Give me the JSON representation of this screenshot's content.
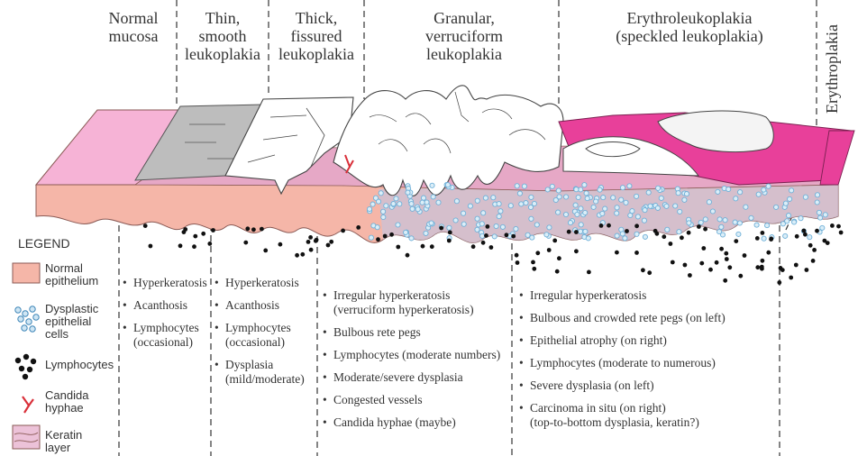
{
  "headers": [
    {
      "lines": [
        "Normal",
        "mucosa"
      ]
    },
    {
      "lines": [
        "Thin,",
        "smooth",
        "leukoplakia"
      ]
    },
    {
      "lines": [
        "Thick,",
        "fissured",
        "leukoplakia"
      ]
    },
    {
      "lines": [
        "Granular,",
        "verruciform",
        "leukoplakia"
      ]
    },
    {
      "lines": [
        "Erythroleukoplakia",
        "(speckled leukoplakia)"
      ]
    }
  ],
  "vertical_header": "Erythroplakia",
  "legend": {
    "title": "LEGEND",
    "items": [
      {
        "lines": [
          "Normal",
          "epithelium"
        ]
      },
      {
        "lines": [
          "Dysplastic",
          "epithelial",
          "cells"
        ]
      },
      {
        "lines": [
          "Lymphocytes"
        ]
      },
      {
        "lines": [
          "Candida",
          "hyphae"
        ]
      },
      {
        "lines": [
          "Keratin",
          "layer"
        ]
      }
    ]
  },
  "columns": [
    {
      "items": [
        {
          "lines": [
            "Hyperkeratosis"
          ]
        },
        {
          "lines": [
            "Acanthosis"
          ]
        },
        {
          "lines": [
            "Lymphocytes",
            "(occasional)"
          ]
        }
      ]
    },
    {
      "items": [
        {
          "lines": [
            "Hyperkeratosis"
          ]
        },
        {
          "lines": [
            "Acanthosis"
          ]
        },
        {
          "lines": [
            "Lymphocytes",
            "(occasional)"
          ]
        },
        {
          "lines": [
            "Dysplasia",
            "(mild/moderate)"
          ]
        }
      ]
    },
    {
      "items": [
        {
          "lines": [
            "Irregular hyperkeratosis",
            "(verruciform hyperkeratosis)"
          ]
        },
        {
          "lines": [
            "Bulbous rete pegs"
          ]
        },
        {
          "lines": [
            "Lymphocytes (moderate numbers)"
          ]
        },
        {
          "lines": [
            "Moderate/severe dysplasia"
          ]
        },
        {
          "lines": [
            "Congested vessels"
          ]
        },
        {
          "lines": [
            "Candida hyphae (maybe)"
          ]
        }
      ]
    },
    {
      "items": [
        {
          "lines": [
            "Irregular hyperkeratosis"
          ]
        },
        {
          "lines": [
            "Bulbous and crowded rete pegs (on left)"
          ]
        },
        {
          "lines": [
            "Epithelial atrophy (on right)"
          ]
        },
        {
          "lines": [
            "Lymphocytes (moderate to numerous)"
          ]
        },
        {
          "lines": [
            "Severe dysplasia (on left)"
          ]
        },
        {
          "lines": [
            "Carcinoma in situ (on right)",
            "(top-to-bottom dysplasia, keratin?)"
          ]
        }
      ]
    }
  ],
  "colors": {
    "normal_epithelium": "#f5b6a8",
    "normal_surface": "#f6b3d6",
    "thin_leukoplakia": "#bdbdbd",
    "keratin_layer": "#e6a8c6",
    "dysplastic_cells": "#6fb0d8",
    "lymphocytes": "#111111",
    "candida": "#d9303a",
    "erythroplakia": "#e8409a"
  }
}
